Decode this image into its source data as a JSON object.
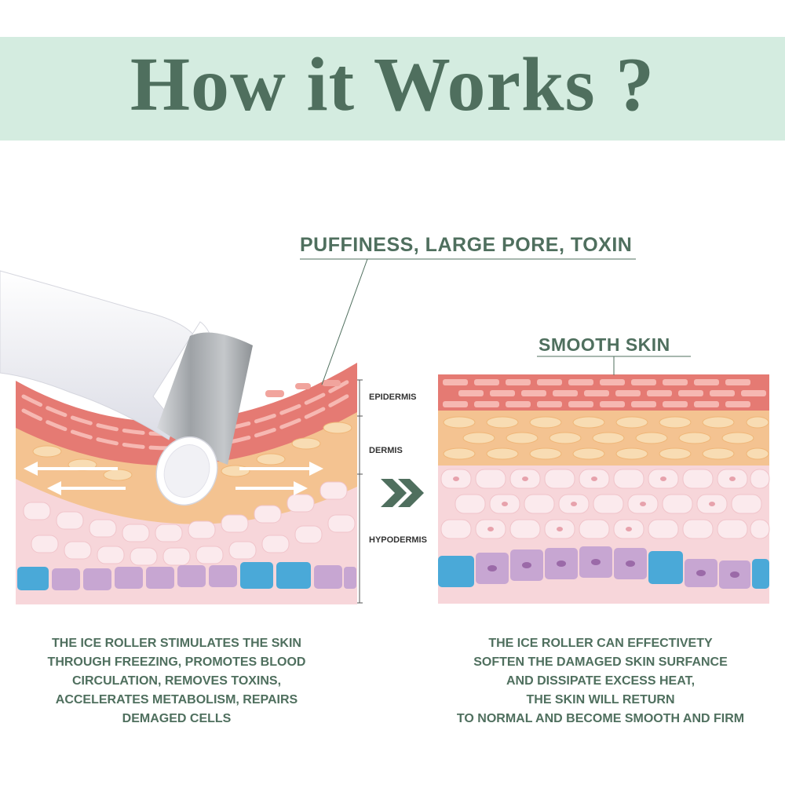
{
  "header": {
    "title": "How it Works ?",
    "banner_color": "#d4ece0",
    "text_color": "#4f6f5e"
  },
  "left_panel": {
    "callout": "PUFFINESS, LARGE PORE, TOXIN",
    "layers": [
      "EPIDERMIS",
      "DERMIS",
      "HYPODERMIS"
    ],
    "caption": [
      "THE ICE ROLLER STIMULATES THE SKIN",
      "THROUGH FREEZING, PROMOTES BLOOD",
      "CIRCULATION, REMOVES TOXINS,",
      "ACCELERATES METABOLISM, REPAIRS",
      "DEMAGED CELLS"
    ],
    "product_icon": "ice-roller-icon"
  },
  "right_panel": {
    "callout": "SMOOTH SKIN",
    "caption": [
      "THE ICE ROLLER CAN EFFECTIVETY",
      "SOFTEN THE DAMAGED SKIN SURFANCE",
      "AND DISSIPATE EXCESS HEAT,",
      "THE SKIN WILL RETURN",
      "TO NORMAL AND BECOME SMOOTH AND FIRM"
    ]
  },
  "transition_icon": "double-chevron-right-icon",
  "colors": {
    "epidermis": "#e57a73",
    "dermis": "#f4c391",
    "hypodermis": "#f7d6da",
    "blue_cells": "#4aa9d8",
    "purple_cells": "#c7a6d2",
    "roller_metal": "#a9acb0"
  }
}
